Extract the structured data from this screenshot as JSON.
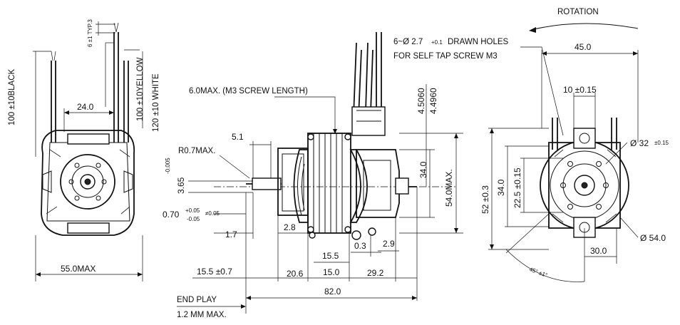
{
  "labels": {
    "rotation": "ROTATION",
    "drawn_holes_1": "6~Ø 2.7",
    "drawn_holes_tol": "+0.1",
    "drawn_holes_2": "DRAWN HOLES",
    "self_tap": "FOR SELF TAP SCREW M3",
    "screw_length": "6.0MAX. (M3 SCREW LENGTH)",
    "r07": "R0.7MAX.",
    "end_play_1": "END PLAY",
    "end_play_2": "1.2 MM MAX.",
    "black": "100 ±10BLACK",
    "yellow": "100 ±10YELLOW",
    "white": "120 ±10 WHITE",
    "typ": "6 ±1 TYP.3"
  },
  "dims": {
    "d24": "24.0",
    "d55": "55.0MAX",
    "d51": "5.1",
    "d365": "3.65",
    "d070": "0.70",
    "d17": "1.7",
    "d28": "2.8",
    "d155": "15.5",
    "d03": "0.3",
    "d29": "2.9",
    "d155tol": "15.5 ±0.7",
    "d206": "20.6",
    "d150": "15.0",
    "d292": "29.2",
    "d820": "82.0",
    "d340a": "34.0",
    "d540max": "54.0MAX.",
    "d4506": "4.5060",
    "d4496": "4.4960",
    "d450": "45.0",
    "d10": "10 ±0.15",
    "d32": "Ø 32",
    "d32tol": "±0.15",
    "d520": "52 ±0.3",
    "d340b": "34.0",
    "d225": "22.5 ±0.15",
    "d540": "Ø 54.0",
    "d300": "30.0",
    "d45deg": "45° ±1°"
  }
}
